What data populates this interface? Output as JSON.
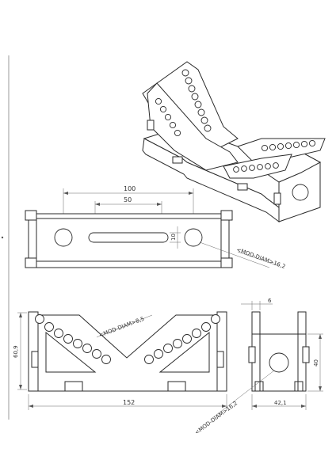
{
  "drawing": {
    "front_view": {
      "dim_hole_spacing": "100",
      "dim_slot_length": "50",
      "dim_slot_width": "10",
      "dim_hole_diameter": "<MOD-DIAM>16,2"
    },
    "side_view": {
      "dim_overall_width": "152",
      "dim_height": "60,9",
      "dim_hole_diameter": "<MOD-DIAM>8,5"
    },
    "end_view": {
      "dim_tab_width": "6",
      "dim_height": "40",
      "dim_width": "42,1",
      "dim_hole_diameter": "<MOD-DIAM>16,2"
    }
  }
}
